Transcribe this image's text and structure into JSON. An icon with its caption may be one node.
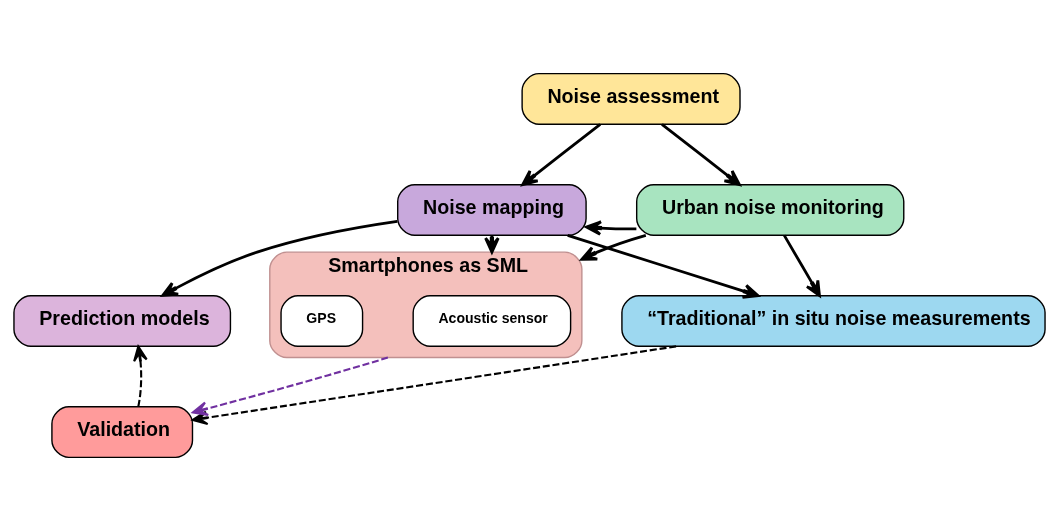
{
  "diagram": {
    "nodes": [
      {
        "text": [
          "Noise assessment"
        ]
      },
      {
        "text": [
          "Noise mapping"
        ]
      },
      {
        "text": [
          "Urban noise monitoring"
        ]
      },
      {
        "text": [
          "Prediction models"
        ]
      },
      {
        "text": [
          "“Traditional” in situ noise measurements"
        ]
      },
      {
        "text": [
          "Smartphones as SML"
        ]
      },
      {
        "text": [
          "Acoustic sensor"
        ],
        "in": 5
      },
      {
        "text": [
          "GPS"
        ],
        "in": 5
      },
      {
        "text": [
          "Validation"
        ]
      }
    ],
    "edges": [
      {
        "from": 0,
        "to": 1,
        "arrow": "to"
      },
      {
        "from": 0,
        "to": 2,
        "arrow": "to"
      },
      {
        "from": 2,
        "to": 1,
        "arrow": "to"
      },
      {
        "from": 1,
        "to": 3,
        "arrow": "to"
      },
      {
        "from": 1,
        "to": 4,
        "arrow": "to"
      },
      {
        "from": 2,
        "to": 4,
        "arrow": "to"
      },
      {
        "from": 2,
        "to": 5,
        "arrow": "to"
      },
      {
        "from": 1,
        "to": 5,
        "arrow": "to"
      },
      {
        "from": 8,
        "to": 3,
        "arrow": "to",
        "style": "dashed"
      },
      {
        "from": 4,
        "to": 8,
        "arrow": "to",
        "style": "dashed"
      },
      {
        "from": 5,
        "to": 8,
        "arrow": "to",
        "style": "dashed",
        "color": "#7030a0"
      }
    ]
  }
}
